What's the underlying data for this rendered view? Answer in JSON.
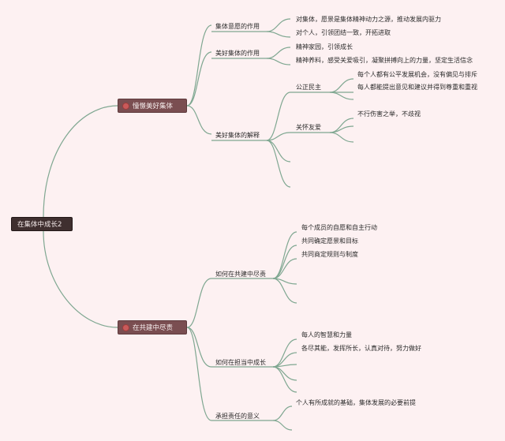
{
  "root": {
    "label": "在集体中成长2"
  },
  "branches": [
    {
      "label": "憧憬美好集体",
      "children": [
        {
          "label": "集体意愿的作用",
          "children": [
            {
              "label": "对集体，愿景是集体精神动力之源，推动发展内驱力"
            },
            {
              "label": "对个人，引领团结一致，开拓进取"
            }
          ]
        },
        {
          "label": "美好集体的作用",
          "children": [
            {
              "label": "精神家园，引领成长"
            },
            {
              "label": "精神养料，感受关爱吸引，凝聚拼搏向上的力量，坚定生活信念"
            }
          ]
        },
        {
          "label": "美好集体的解释",
          "children": [
            {
              "label": "公正民主",
              "children": [
                {
                  "label": "每个人都有公平发展机会，没有偏见与排斥"
                },
                {
                  "label": "每人都能提出意见和建议并得到尊重和重视"
                },
                {
                  "label": ""
                }
              ]
            },
            {
              "label": "关怀友爱",
              "children": [
                {
                  "label": "不行伤害之举，不歧视"
                },
                {
                  "label": ""
                },
                {
                  "label": ""
                }
              ]
            },
            {
              "label": ""
            },
            {
              "label": ""
            }
          ]
        }
      ]
    },
    {
      "label": "在共建中尽责",
      "children": [
        {
          "label": "如何在共建中尽责",
          "children": [
            {
              "label": "每个成员的自愿和自主行动"
            },
            {
              "label": "共同确定愿景和目标"
            },
            {
              "label": "共同商定规则与制度"
            },
            {
              "label": ""
            },
            {
              "label": ""
            }
          ]
        },
        {
          "label": "如何在担当中成长",
          "children": [
            {
              "label": "每人的智慧和力量"
            },
            {
              "label": "各尽其能，发挥所长，认真对待，努力做好"
            },
            {
              "label": ""
            },
            {
              "label": ""
            },
            {
              "label": ""
            }
          ]
        },
        {
          "label": "承担责任的意义",
          "children": [
            {
              "label": "个人有所成就的基础，集体发展的必要前提"
            },
            {
              "label": ""
            }
          ]
        }
      ]
    }
  ],
  "colors": {
    "background": "#fdf1f2",
    "connector": "#7fa791",
    "root_fill": "#3f2f2f",
    "branch_fill": "#7a4e51",
    "marker": "#c95a5a"
  }
}
